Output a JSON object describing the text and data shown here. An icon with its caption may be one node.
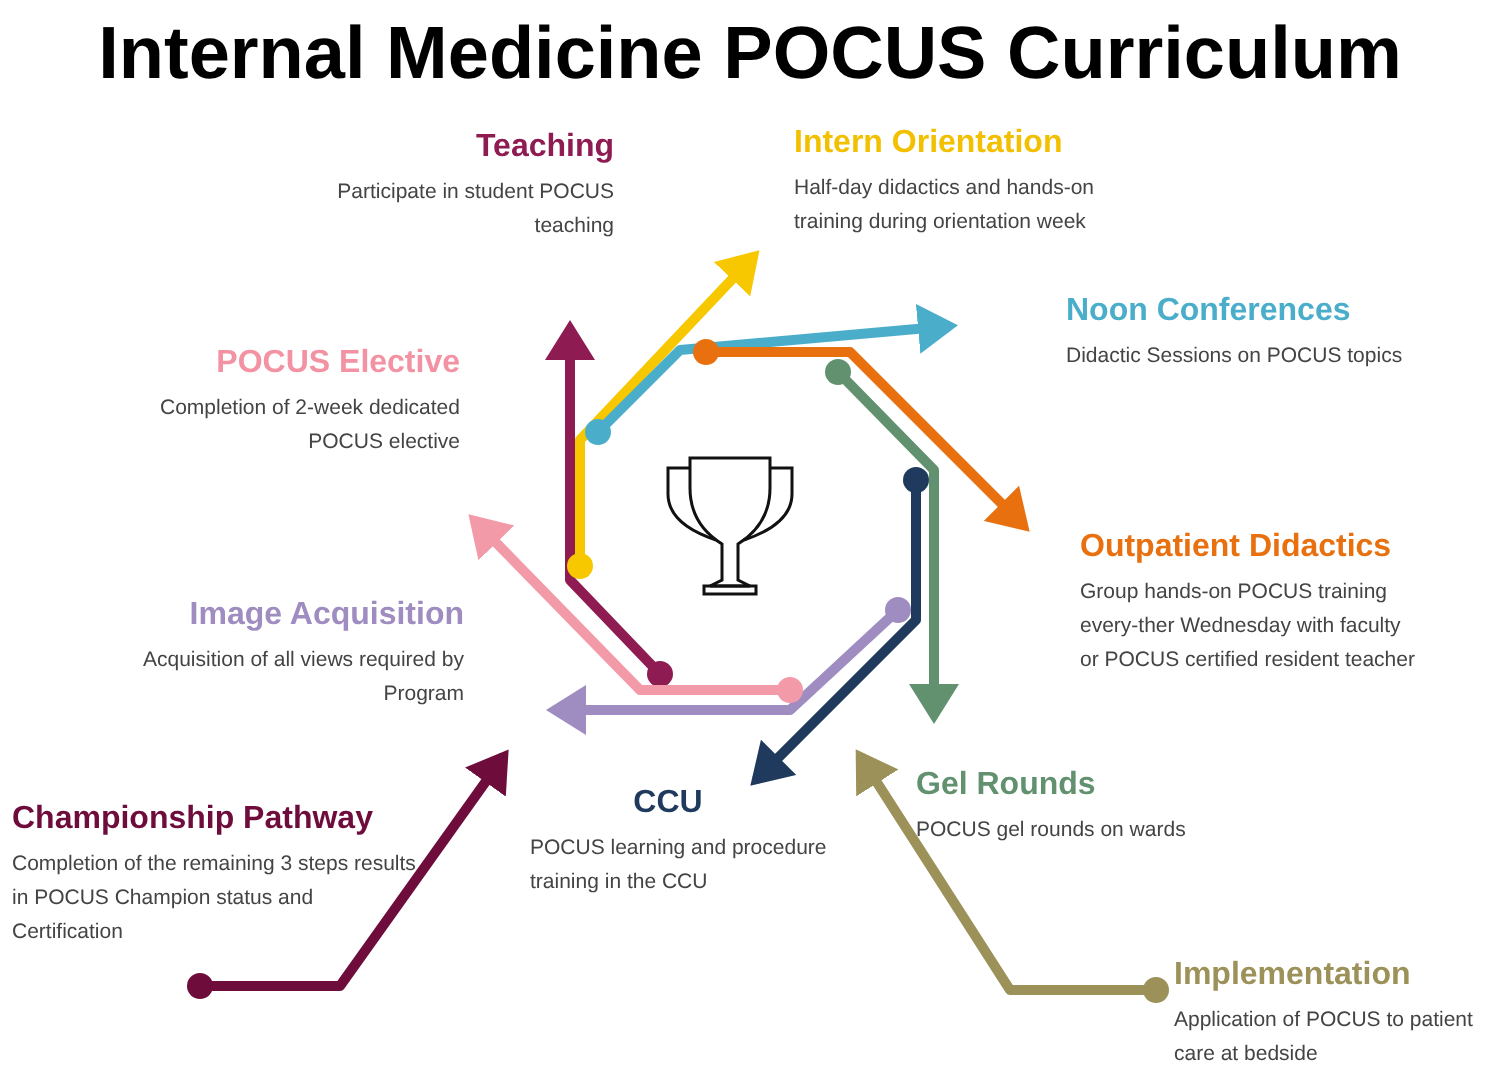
{
  "diagram": {
    "title": "Internal Medicine POCUS Curriculum",
    "nodes": [
      {
        "text": [
          "Teaching",
          "Participate in student POCUS teaching"
        ]
      },
      {
        "text": [
          "Intern Orientation",
          "Half-day didactics and hands-on training during orientation week"
        ]
      },
      {
        "text": [
          "Noon Conferences",
          "Didactic Sessions on POCUS topics"
        ]
      },
      {
        "text": [
          "POCUS Elective",
          "Completion of 2-week dedicated POCUS elective"
        ]
      },
      {
        "text": [
          "Outpatient Didactics",
          "Group hands-on POCUS training every-ther Wednesday with faculty or POCUS certified resident teacher"
        ]
      },
      {
        "text": [
          "Image Acquisition",
          "Acquisition of all views required by Program"
        ]
      },
      {
        "text": [
          "Gel Rounds",
          "POCUS gel rounds on wards"
        ]
      },
      {
        "text": [
          "Championship Pathway",
          "Completion of the remaining 3 steps results in POCUS Champion status and Certification"
        ]
      },
      {
        "text": [
          "CCU",
          "POCUS learning and procedure training in the CCU"
        ]
      },
      {
        "text": [
          "Implementation",
          "Application of POCUS to patient care at bedside"
        ]
      }
    ],
    "edges": [
      {
        "from": null,
        "to": 0,
        "arrow": "to",
        "color": "#8e1b52"
      },
      {
        "from": null,
        "to": 1,
        "arrow": "to",
        "color": "#f7c800"
      },
      {
        "from": null,
        "to": 2,
        "arrow": "to",
        "color": "#4aaecb"
      },
      {
        "from": null,
        "to": 4,
        "arrow": "to",
        "color": "#e8700f"
      },
      {
        "from": null,
        "to": 6,
        "arrow": "to",
        "color": "#62916f"
      },
      {
        "from": null,
        "to": 8,
        "arrow": "to",
        "color": "#1f3a5c"
      },
      {
        "from": null,
        "to": 5,
        "arrow": "to",
        "color": "#9f8cc0"
      },
      {
        "from": null,
        "to": 3,
        "arrow": "to",
        "color": "#f39aa8"
      },
      {
        "from": 7,
        "to": 8,
        "arrow": "to",
        "color": "#6e0d3c"
      },
      {
        "from": 9,
        "to": 6,
        "arrow": "to",
        "color": "#9c9158"
      }
    ]
  }
}
